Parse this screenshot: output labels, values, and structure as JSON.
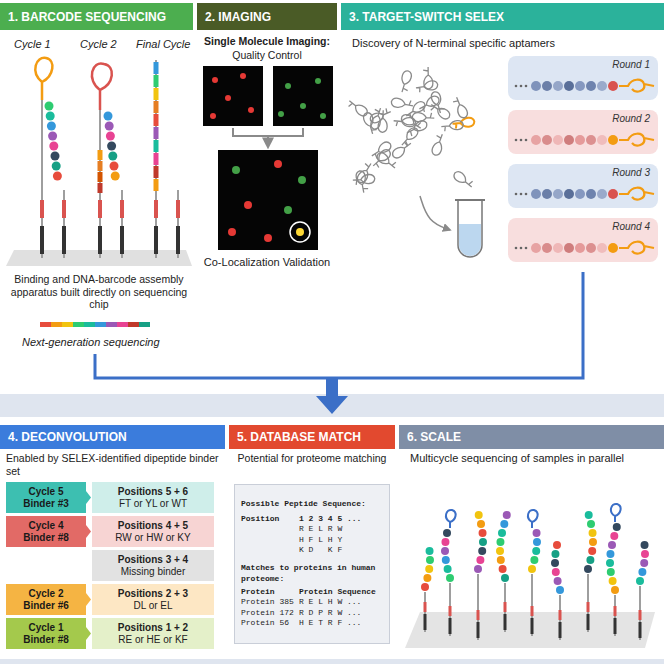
{
  "diagram": {
    "nodes": [
      {
        "text": [
          "1. BARCODE SEQUENCING"
        ]
      },
      {
        "text": [
          "2. IMAGING"
        ]
      },
      {
        "text": [
          "3. TARGET-SWITCH SELEX"
        ]
      },
      {
        "text": [
          "Round 1"
        ]
      },
      {
        "text": [
          "Round 2"
        ]
      },
      {
        "text": [
          "Round 3"
        ]
      },
      {
        "text": [
          "Round 4"
        ]
      },
      {
        "text": [
          "4. DECONVOLUTION"
        ]
      },
      {
        "text": [
          "5. DATABASE MATCH"
        ]
      },
      {
        "text": [
          "6. SCALE"
        ]
      },
      {
        "text": [
          "Cycle 5 Binder #3"
        ]
      },
      {
        "text": [
          "Positions 5 + 6",
          "FT or YL or WT"
        ]
      },
      {
        "text": [
          "Cycle 4 Binder #8"
        ]
      },
      {
        "text": [
          "Positions 4 + 5",
          "RW or HW or KY"
        ]
      },
      {
        "text": [
          "Positions 3 + 4",
          "Missing binder"
        ]
      },
      {
        "text": [
          "Cycle 2 Binder #6"
        ]
      },
      {
        "text": [
          "Positions 2 + 3",
          "DL or EL"
        ]
      },
      {
        "text": [
          "Cycle 1 Binder #8"
        ]
      },
      {
        "text": [
          "Positions 1 + 2",
          "RE or HE or KF"
        ]
      },
      {
        "text": [
          "Possible Peptide Sequence:",
          "Position",
          "1 2 3 4 5 ...",
          "R E L R W",
          "H F L H Y",
          "K D   K F",
          "Matches to proteins in human proteome:",
          "Protein",
          "Protein Sequence",
          "Protein 385",
          "R E L H W ...",
          "Protein 172",
          "R D P R W ...",
          "Protein 56",
          "H E T R F ..."
        ]
      }
    ],
    "labels": [
      "Cycle 1",
      "Cycle 2",
      "Final Cycle",
      "Binding and DNA-barcode assembly apparatus built directly on sequencing chip",
      "Next-generation sequencing",
      "Single Molecule Imaging:",
      "Quality Control",
      "Co-Localization Validation",
      "Discovery of N-terminal specific aptamers",
      "Enabled by SELEX-identified dipeptide binder set",
      "Potential for proteome matching",
      "Multicycle sequencing of samples in parallel"
    ]
  }
}
